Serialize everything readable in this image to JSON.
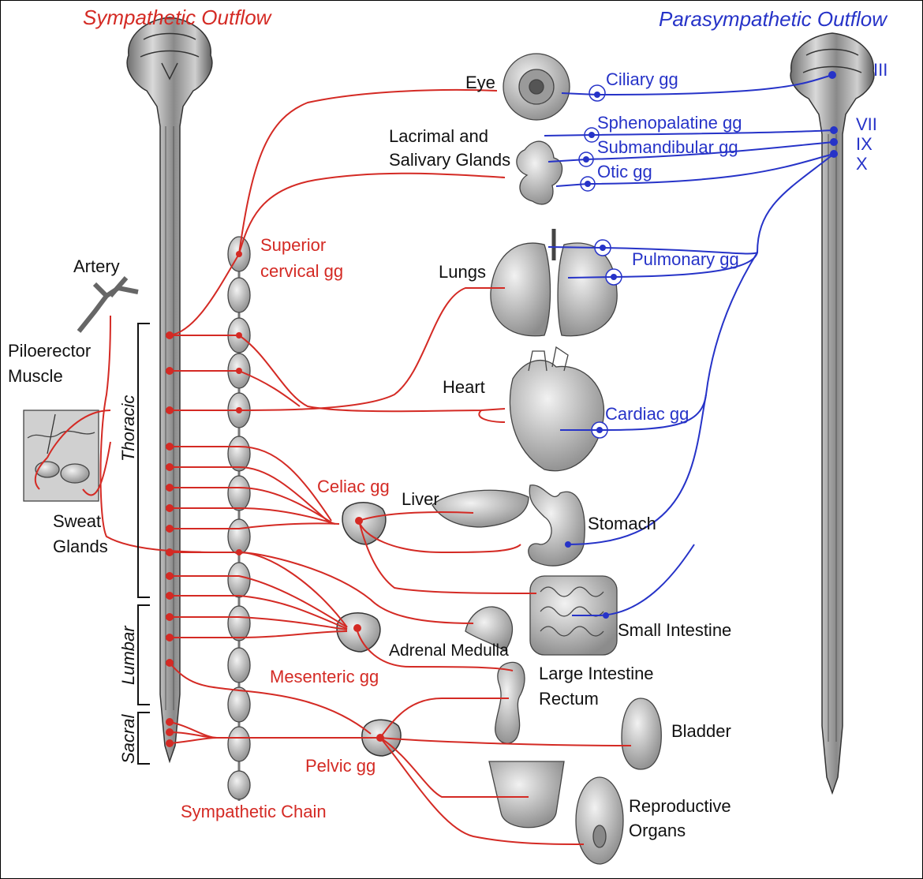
{
  "titles": {
    "sympathetic": "Sympathetic Outflow",
    "parasympathetic": "Parasympathetic Outflow"
  },
  "cranial_nerves": {
    "iii": "III",
    "vii": "VII",
    "ix": "IX",
    "x": "X"
  },
  "regions": {
    "thoracic": "Thoracic",
    "lumbar": "Lumbar",
    "sacral": "Sacral"
  },
  "organs": {
    "eye": "Eye",
    "glands_line1": "Lacrimal and",
    "glands_line2": "Salivary Glands",
    "lungs": "Lungs",
    "heart": "Heart",
    "liver": "Liver",
    "stomach": "Stomach",
    "small_intestine": "Small Intestine",
    "adrenal": "Adrenal Medulla",
    "large_intestine": "Large Intestine",
    "rectum": "Rectum",
    "bladder": "Bladder",
    "repro_line1": "Reproductive",
    "repro_line2": "Organs",
    "artery": "Artery",
    "piloerector_line1": "Piloerector",
    "piloerector_line2": "Muscle",
    "sweat_line1": "Sweat",
    "sweat_line2": "Glands"
  },
  "sympathetic_ganglia": {
    "superior_line1": "Superior",
    "superior_line2": "cervical gg",
    "celiac": "Celiac gg",
    "mesenteric": "Mesenteric gg",
    "pelvic": "Pelvic gg",
    "chain": "Sympathetic Chain"
  },
  "parasympathetic_ganglia": {
    "ciliary": "Ciliary gg",
    "sphenopalatine": "Sphenopalatine gg",
    "submandibular": "Submandibular gg",
    "otic": "Otic gg",
    "pulmonary": "Pulmonary gg",
    "cardiac": "Cardiac gg"
  },
  "colors": {
    "sympathetic": "#d42a24",
    "parasympathetic": "#2633c8",
    "label": "#111111"
  }
}
